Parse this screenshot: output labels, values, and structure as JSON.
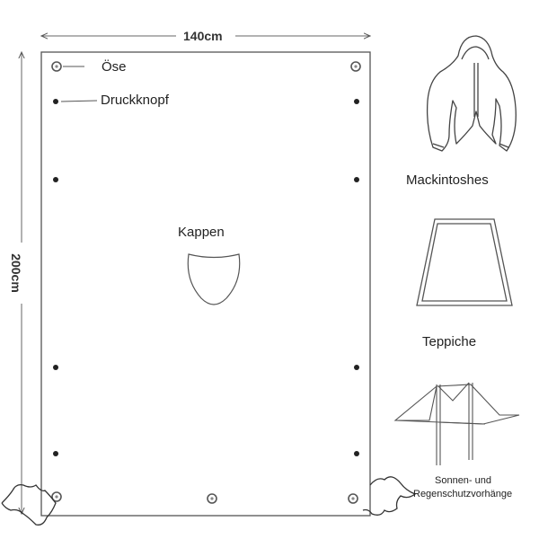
{
  "dimensions": {
    "width": "140cm",
    "height": "200cm"
  },
  "callouts": {
    "grommet": "Öse",
    "snap_button": "Druckknopf",
    "hood": "Kappen"
  },
  "uses": {
    "raincoat": "Mackintoshes",
    "mat": "Teppiche",
    "shade_line1": "Sonnen- und",
    "shade_line2": "Regenschutzvorhänge"
  }
}
